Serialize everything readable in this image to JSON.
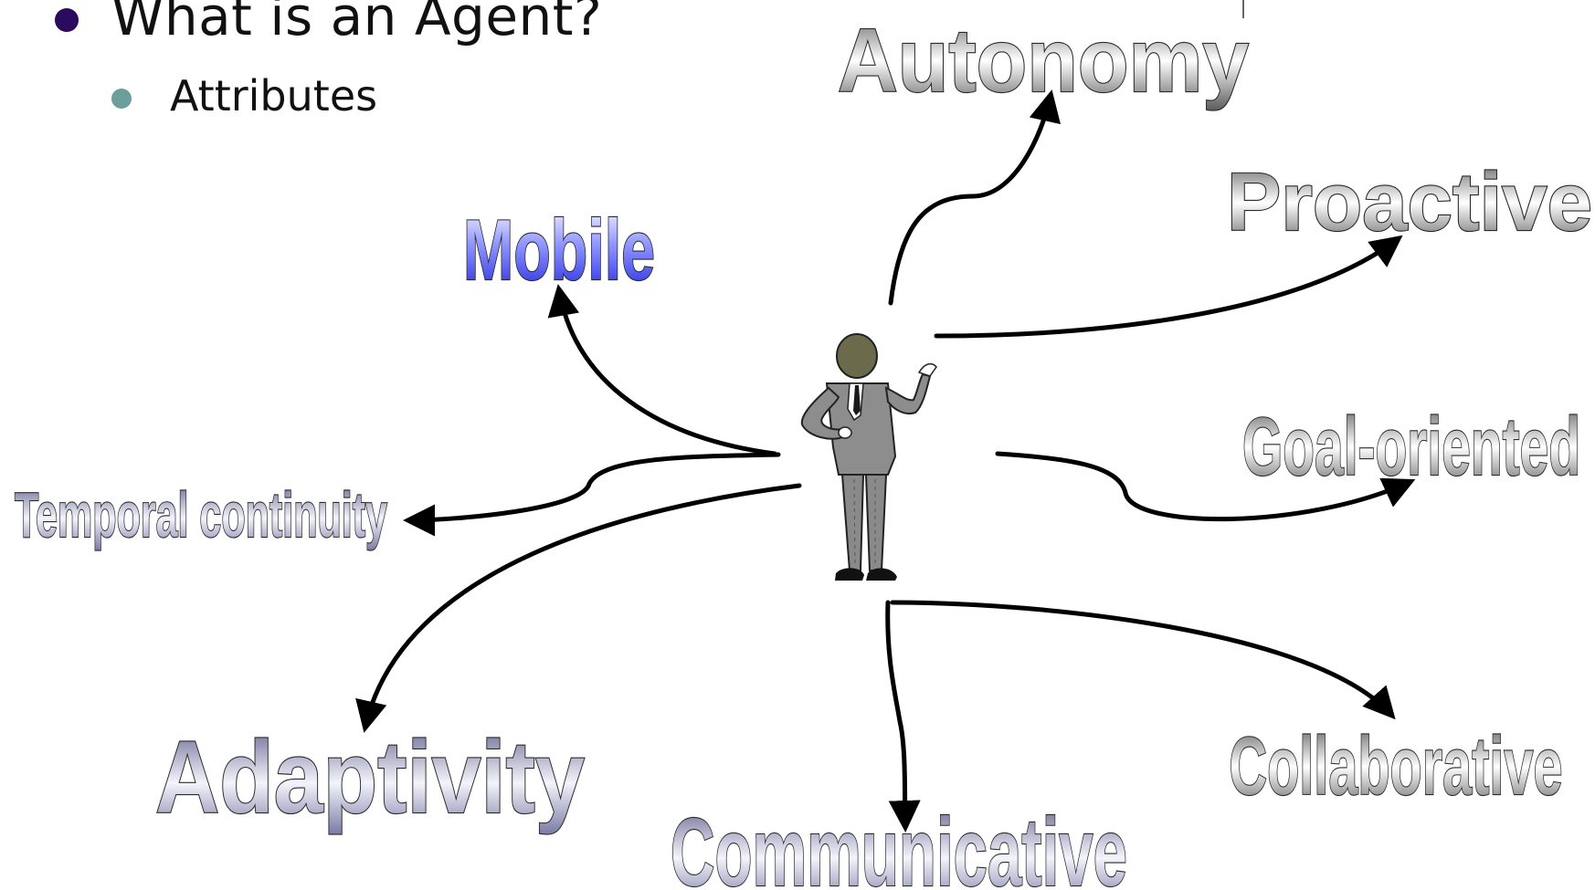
{
  "slide": {
    "bullet_level1": "What is an Agent?",
    "bullet_level2": "Attributes"
  },
  "attributes": {
    "autonomy": "Autonomy",
    "proactive": "Proactive",
    "mobile": "Mobile",
    "goal_oriented": "Goal-oriented",
    "temporal_continuity": "Temporal continuity",
    "adaptivity": "Adaptivity",
    "communicative": "Communicative",
    "collaborative": "Collaborative"
  },
  "colors": {
    "bullet1": "#2b0b5e",
    "bullet2": "#6b9f9c",
    "gray_wordart": "#7a7a7a",
    "blue_wordart": "#2a2fe0",
    "purple_wordart": "#6e6e9e",
    "arrow": "#000000"
  },
  "figure": {
    "icon": "businessman-icon"
  }
}
